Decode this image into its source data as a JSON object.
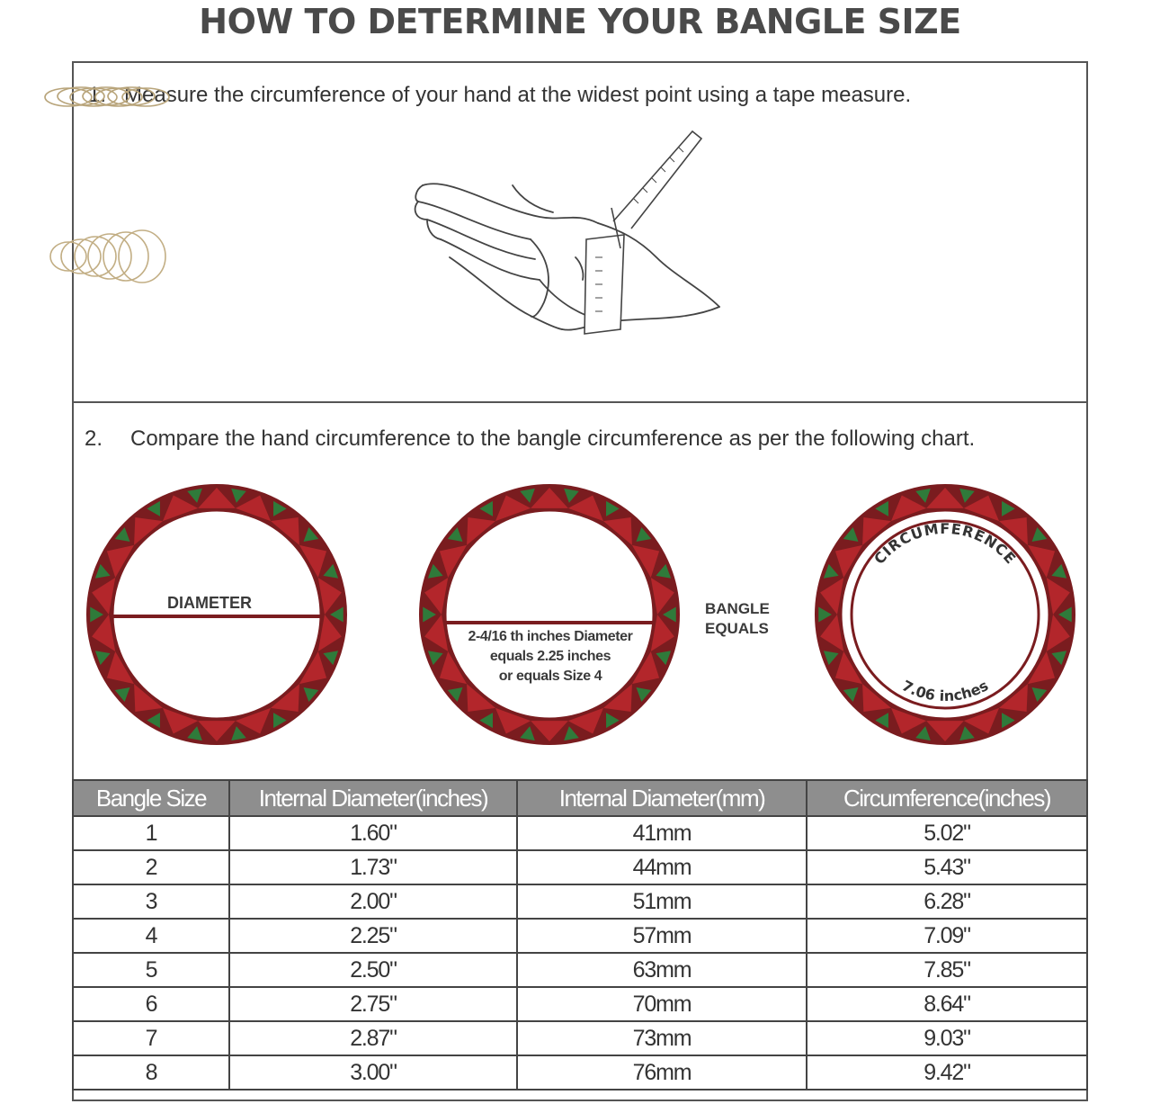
{
  "title": "HOW TO DETERMINE YOUR BANGLE SIZE",
  "step1": {
    "number": "1.",
    "text": "Measure the circumference of your hand at the widest point using a tape measure."
  },
  "step2": {
    "number": "2.",
    "text": "Compare the hand circumference to the bangle circumference as per the following chart."
  },
  "diagram": {
    "diameter_label": "DIAMETER",
    "size4_line1": "2-4/16 th inches Diameter",
    "size4_line2": "equals 2.25 inches",
    "size4_line3": "or equals Size 4",
    "equals_line1": "BANGLE",
    "equals_line2": "EQUALS",
    "circumference_label": "CIRCUMFERENCE",
    "circumference_value": "7.06 inches"
  },
  "colors": {
    "bangle_red": "#b3262b",
    "bangle_dark": "#7a1c1f",
    "bangle_green": "#2f7a3a",
    "header_gray": "#8e8e8e"
  },
  "table": {
    "headers": [
      "Bangle Size",
      "Internal Diameter(inches)",
      "Internal Diameter(mm)",
      "Circumference(inches)"
    ],
    "rows": [
      [
        "1",
        "1.60\"",
        "41mm",
        "5.02\""
      ],
      [
        "2",
        "1.73\"",
        "44mm",
        "5.43\""
      ],
      [
        "3",
        "2.00\"",
        "51mm",
        "6.28\""
      ],
      [
        "4",
        "2.25\"",
        "57mm",
        "7.09\""
      ],
      [
        "5",
        "2.50\"",
        "63mm",
        "7.85\""
      ],
      [
        "6",
        "2.75\"",
        "70mm",
        "8.64\""
      ],
      [
        "7",
        "2.87\"",
        "73mm",
        "9.03\""
      ],
      [
        "8",
        "3.00\"",
        "76mm",
        "9.42\""
      ]
    ]
  }
}
